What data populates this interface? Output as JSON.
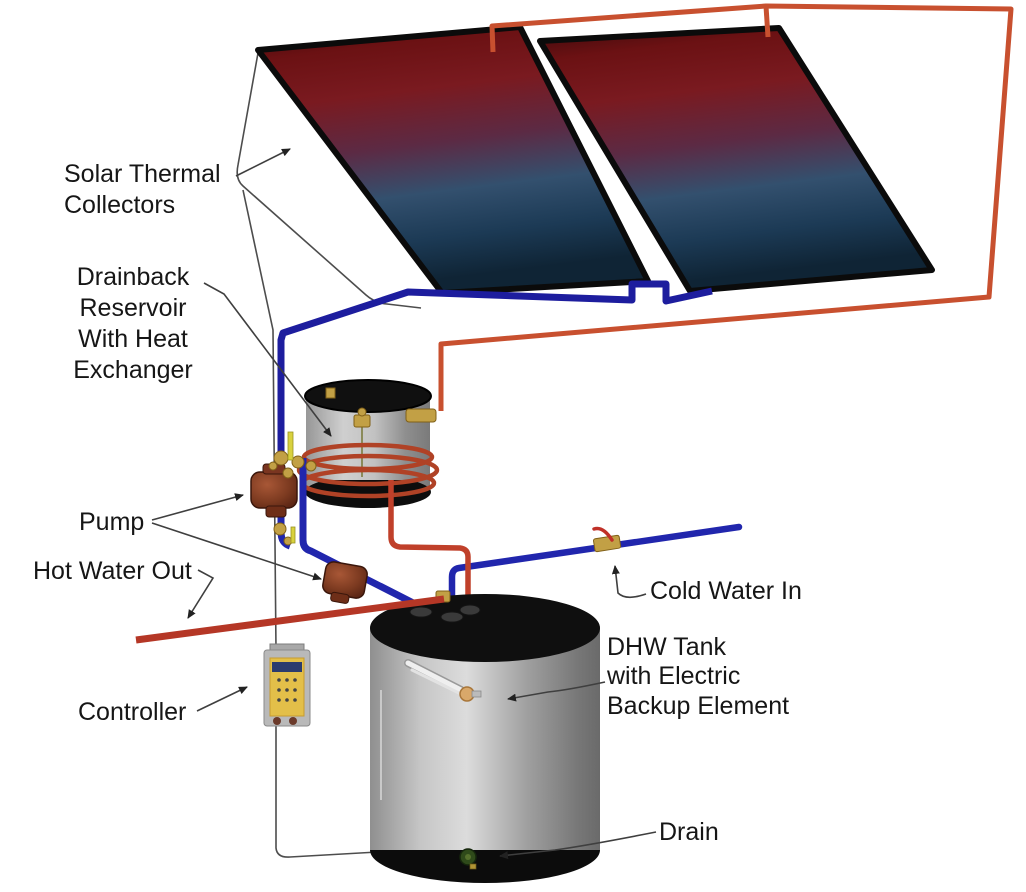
{
  "labels": {
    "solar_collectors": "Solar Thermal\nCollectors",
    "drainback_reservoir": "Drainback\nReservoir\nWith Heat\nExchanger",
    "pump": "Pump",
    "hot_water_out": "Hot Water Out",
    "controller": "Controller",
    "cold_water_in": "Cold Water In",
    "dhw_tank": "DHW Tank\nwith Electric\nBackup Element",
    "drain": "Drain"
  },
  "colors": {
    "pipe_hot": "#c8502f",
    "pipe_hot_dark": "#b53726",
    "pipe_cold": "#2126ad",
    "pipe_cold_dark": "#1d1d9e",
    "coil_copper": "#b04226",
    "brass": "#c2a045",
    "pump_copper": "#8a4226",
    "controller_face": "#e3bf49",
    "leader_line": "#3f3f3f",
    "panel_hot_end": "#6b1113",
    "panel_cold_end": "#16354f",
    "tank_metal": "#c9c9c9"
  }
}
